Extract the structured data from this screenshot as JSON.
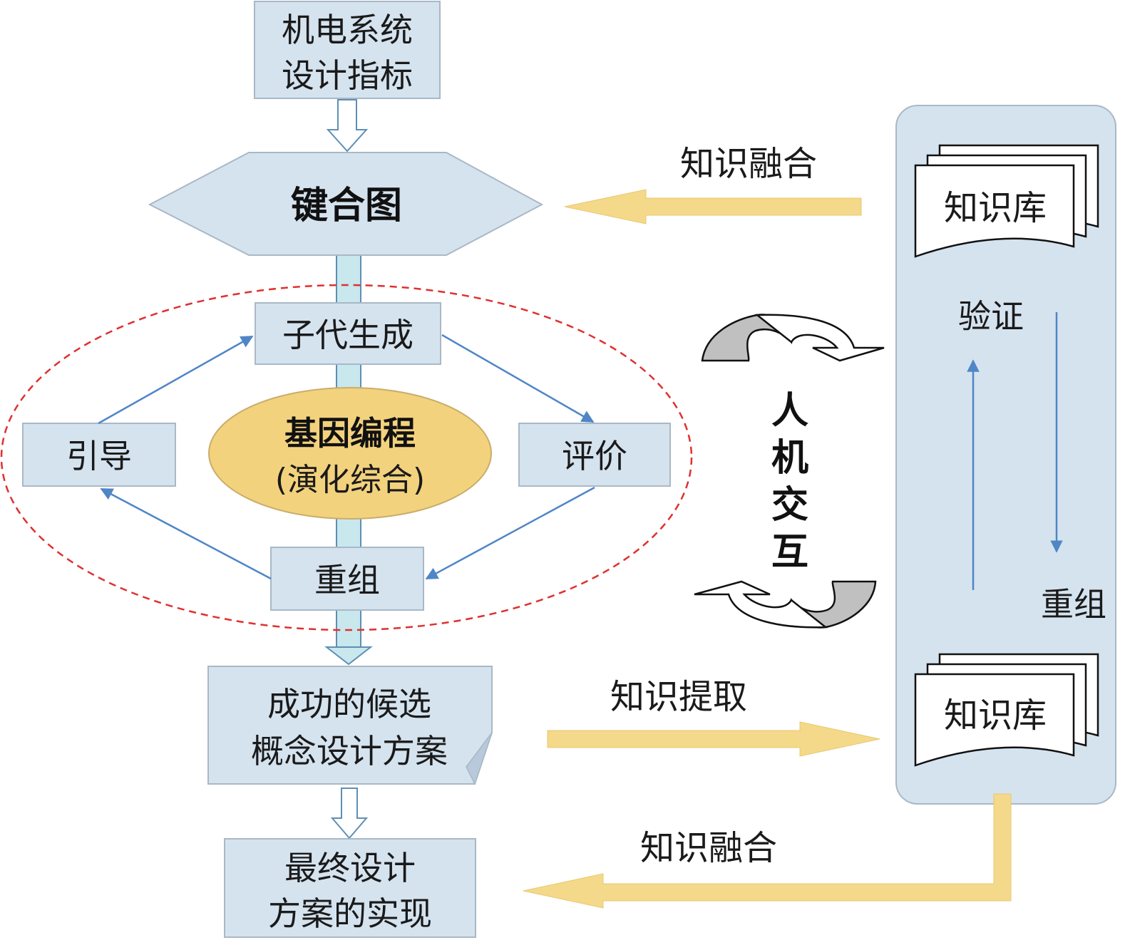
{
  "nodes": {
    "design_spec": [
      "机电系统",
      "设计指标"
    ],
    "bond_graph": "键合图",
    "offspring": "子代生成",
    "guide": "引导",
    "evaluate": "评价",
    "gp": [
      "基因编程",
      "(演化综合)"
    ],
    "recombine_left": "重组",
    "candidate": [
      "成功的候选",
      "概念设计方案"
    ],
    "final": [
      "最终设计",
      "方案的实现"
    ]
  },
  "right_panel": {
    "kb_top": "知识库",
    "kb_bottom": "知识库",
    "verify": "验证",
    "recombine": "重组"
  },
  "labels": {
    "fusion_top": "知识融合",
    "extraction": "知识提取",
    "fusion_bottom": "知识融合",
    "hci": [
      "人",
      "机",
      "交",
      "互"
    ]
  },
  "colors": {
    "box_fill": "#d5e3ef",
    "box_stroke": "#a9b8c6",
    "gp_fill": "#f3d27e",
    "shaft": "#c8e8ee",
    "yellow_arrow": "#f4d98a",
    "blue_arrow": "#4f86c6",
    "panel_fill": "#d5e3ef",
    "dashed_ellipse": "#e03030"
  }
}
